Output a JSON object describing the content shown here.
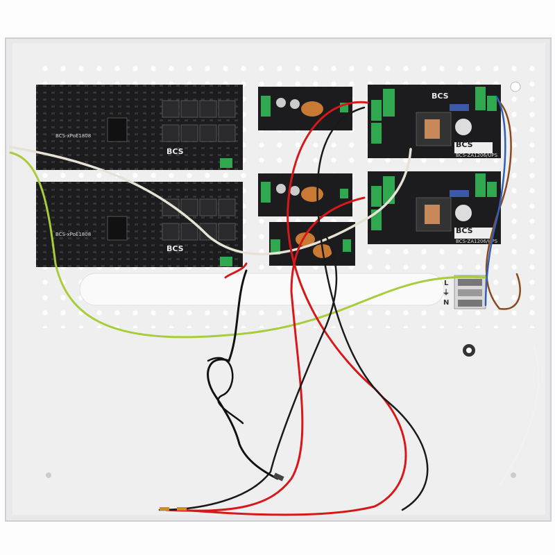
{
  "scene": "photo",
  "boards": {
    "poe_switch_model": "BCS-xPoE1808",
    "brand": "BCS",
    "ups_model": "BCS-ZA1206/UPS"
  },
  "terminal": {
    "l": "L",
    "ground": "⏚",
    "n": "N"
  },
  "colors": {
    "enclosure": "#efeff0",
    "pcb": "#1c1c1e",
    "terminal_green": "#2fa84f",
    "wire_red": "#d81818",
    "wire_black": "#1a1a1a",
    "wire_green_yellow": "#a8cc3a"
  }
}
